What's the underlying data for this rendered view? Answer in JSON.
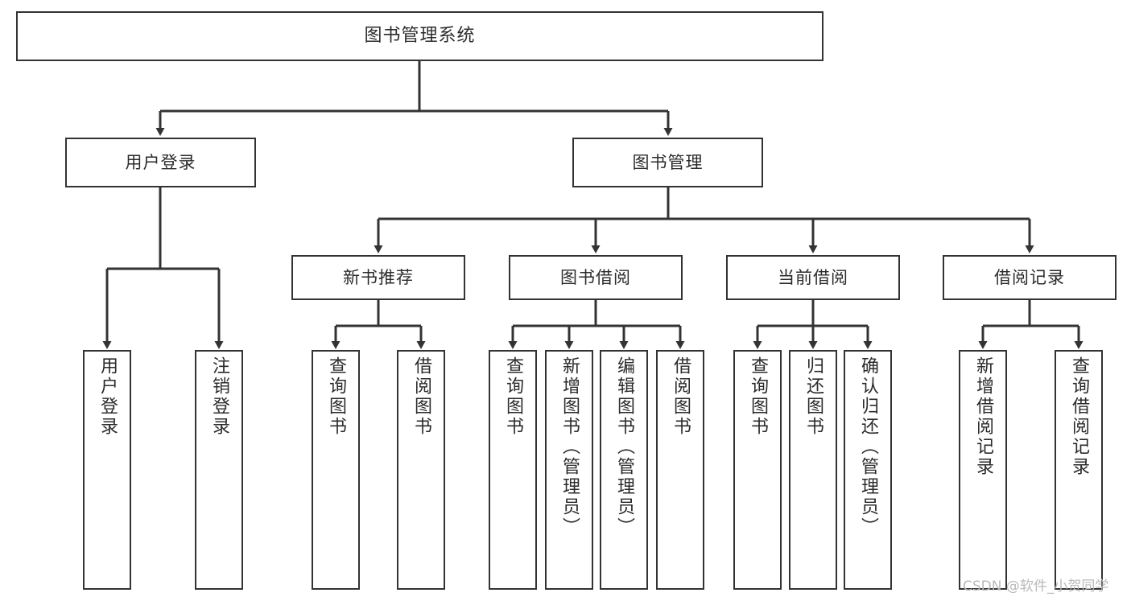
{
  "diagram": {
    "title": "图书管理系统",
    "type": "tree",
    "root": {
      "label": "图书管理系统"
    },
    "level1": [
      {
        "id": "user-login",
        "label": "用户登录"
      },
      {
        "id": "book-management",
        "label": "图书管理"
      }
    ],
    "level2": [
      {
        "id": "new-book-recommend",
        "label": "新书推荐",
        "parent": "book-management"
      },
      {
        "id": "book-borrow",
        "label": "图书借阅",
        "parent": "book-management"
      },
      {
        "id": "current-borrow",
        "label": "当前借阅",
        "parent": "book-management"
      },
      {
        "id": "borrow-record",
        "label": "借阅记录",
        "parent": "book-management"
      }
    ],
    "leaves": [
      {
        "id": "leaf-user-login",
        "label": "用户登录",
        "parent": "user-login"
      },
      {
        "id": "leaf-logout-login",
        "label": "注销登录",
        "parent": "user-login"
      },
      {
        "id": "leaf-query-book-1",
        "label": "查询图书",
        "parent": "new-book-recommend"
      },
      {
        "id": "leaf-borrow-book-1",
        "label": "借阅图书",
        "parent": "new-book-recommend"
      },
      {
        "id": "leaf-query-book-2",
        "label": "查询图书",
        "parent": "book-borrow"
      },
      {
        "id": "leaf-add-book",
        "label": "新增图书（管理员）",
        "parent": "book-borrow"
      },
      {
        "id": "leaf-edit-book",
        "label": "编辑图书（管理员）",
        "parent": "book-borrow"
      },
      {
        "id": "leaf-borrow-book-2",
        "label": "借阅图书",
        "parent": "book-borrow"
      },
      {
        "id": "leaf-query-book-3",
        "label": "查询图书",
        "parent": "current-borrow"
      },
      {
        "id": "leaf-return-book",
        "label": "归还图书",
        "parent": "current-borrow"
      },
      {
        "id": "leaf-confirm-return",
        "label": "确认归还（管理员）",
        "parent": "current-borrow"
      },
      {
        "id": "leaf-add-record",
        "label": "新增借阅记录",
        "parent": "borrow-record"
      },
      {
        "id": "leaf-query-record",
        "label": "查询借阅记录",
        "parent": "borrow-record"
      }
    ],
    "colors": {
      "stroke": "#333333",
      "box_fill": "#ffffff",
      "text": "#2b2b2b",
      "watermark": "#b9b9b9",
      "background": "#ffffff"
    }
  },
  "watermark": {
    "text": "CSDN @软件_小贺同学"
  }
}
